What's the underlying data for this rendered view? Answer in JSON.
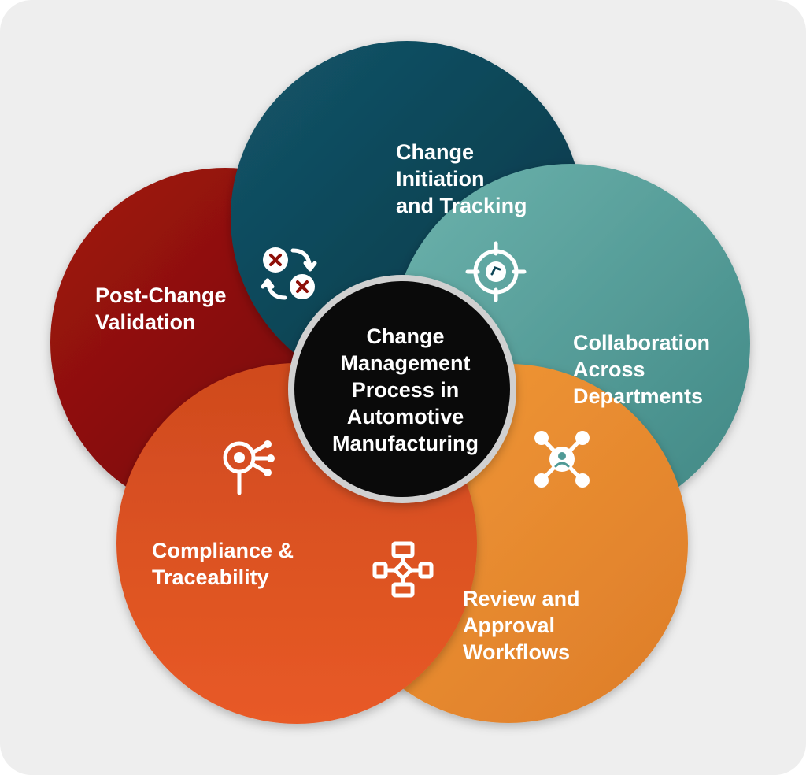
{
  "center": {
    "lines": [
      "Change",
      "Management",
      "Process in",
      "Automotive",
      "Manufacturing"
    ]
  },
  "segments": {
    "initiation": {
      "lines": [
        "Change",
        "Initiation",
        "and Tracking"
      ],
      "color": "#0f4657",
      "icon": "target-gear-icon"
    },
    "collaboration": {
      "lines": [
        "Collaboration",
        "Across",
        "Departments"
      ],
      "color": "#4f9a96",
      "icon": "network-user-icon"
    },
    "review": {
      "lines": [
        "Review and",
        "Approval",
        "Workflows"
      ],
      "color": "#e5892e",
      "icon": "flowchart-icon"
    },
    "compliance": {
      "lines": [
        "Compliance &",
        "Traceability"
      ],
      "color": "#dc5324",
      "icon": "magnifier-network-icon"
    },
    "validation": {
      "lines": [
        "Post-Change",
        "Validation"
      ],
      "color": "#8e0f08",
      "icon": "exchange-cycle-icon"
    }
  },
  "colors": {
    "panel": "#eeeeee",
    "center_fill": "#0a0a0a",
    "center_ring": "#d0d0d0"
  }
}
